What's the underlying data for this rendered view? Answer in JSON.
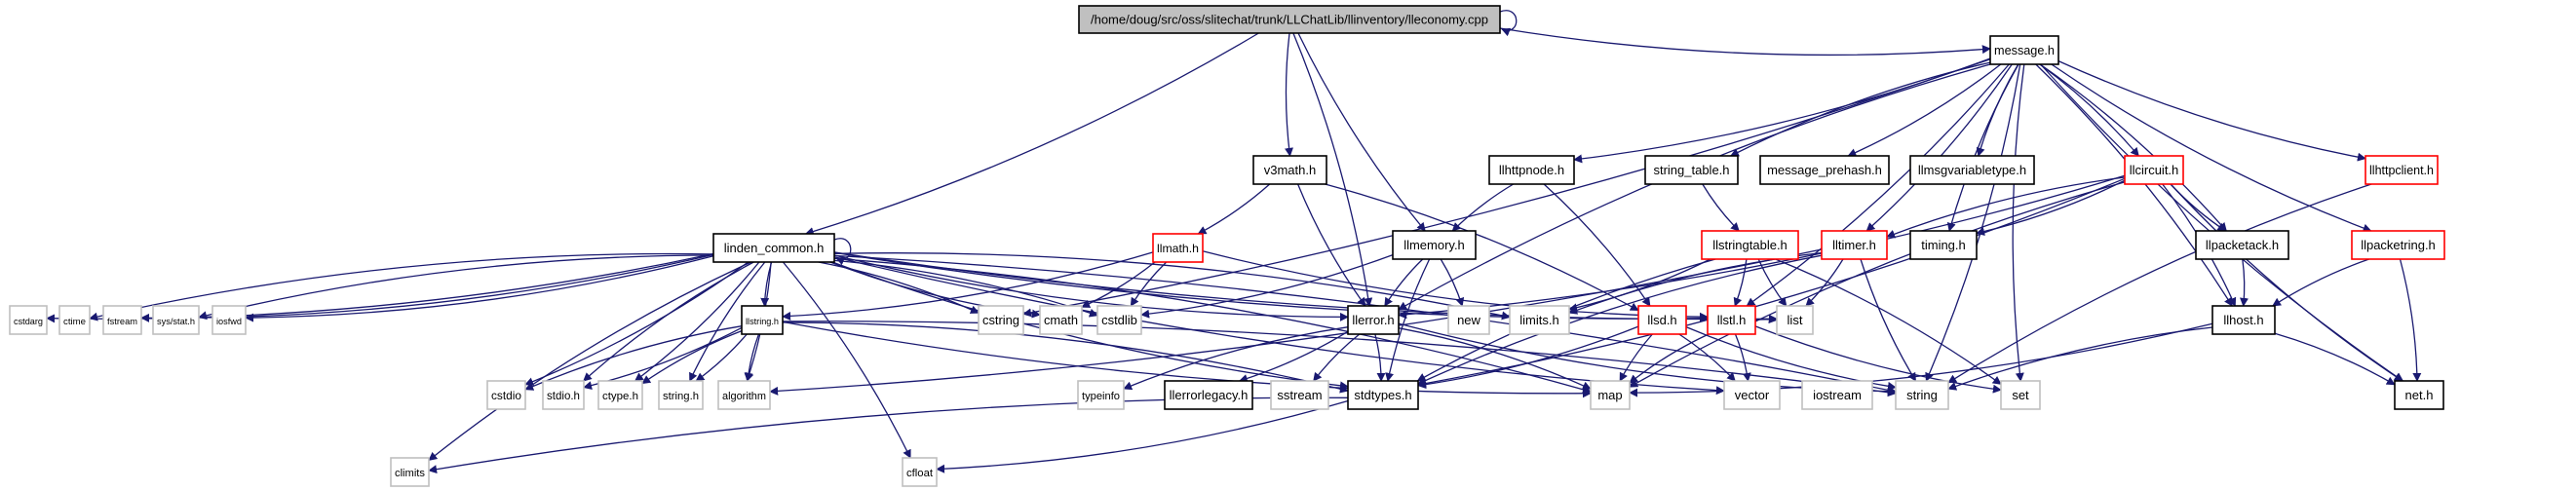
{
  "diagram": {
    "type": "include-dependency-graph",
    "colors": {
      "edge": "#191970",
      "root_fill": "#c0c0c0",
      "documented_border": "#000000",
      "truncated_border": "#ff0000",
      "external_border": "#c0c0c0",
      "node_fill": "#ffffff"
    },
    "nodes": [
      {
        "id": "root",
        "label": "/home/doug/src/oss/slitechat/trunk/LLChatLib/llinventory/lleconomy.cpp",
        "kind": "root"
      },
      {
        "id": "message_h",
        "label": "message.h",
        "kind": "documented"
      },
      {
        "id": "linden_common_h",
        "label": "linden_common.h",
        "kind": "documented"
      },
      {
        "id": "v3math_h",
        "label": "v3math.h",
        "kind": "documented"
      },
      {
        "id": "llhttpnode_h",
        "label": "llhttpnode.h",
        "kind": "documented"
      },
      {
        "id": "string_table_h",
        "label": "string_table.h",
        "kind": "documented"
      },
      {
        "id": "message_prehash_h",
        "label": "message_prehash.h",
        "kind": "documented"
      },
      {
        "id": "llmsgvariabletype_h",
        "label": "llmsgvariabletype.h",
        "kind": "documented"
      },
      {
        "id": "llcircuit_h",
        "label": "llcircuit.h",
        "kind": "truncated"
      },
      {
        "id": "llhttpclient_h",
        "label": "llhttpclient.h",
        "kind": "truncated"
      },
      {
        "id": "llmath_h",
        "label": "llmath.h",
        "kind": "truncated"
      },
      {
        "id": "llmemory_h",
        "label": "llmemory.h",
        "kind": "documented"
      },
      {
        "id": "llstringtable_h",
        "label": "llstringtable.h",
        "kind": "truncated"
      },
      {
        "id": "lltimer_h",
        "label": "lltimer.h",
        "kind": "truncated"
      },
      {
        "id": "timing_h",
        "label": "timing.h",
        "kind": "documented"
      },
      {
        "id": "llpacketack_h",
        "label": "llpacketack.h",
        "kind": "documented"
      },
      {
        "id": "llpacketring_h",
        "label": "llpacketring.h",
        "kind": "truncated"
      },
      {
        "id": "cstdarg",
        "label": "cstdarg",
        "kind": "external"
      },
      {
        "id": "ctime",
        "label": "ctime",
        "kind": "external"
      },
      {
        "id": "fstream",
        "label": "fstream",
        "kind": "external"
      },
      {
        "id": "sys_stat_h",
        "label": "sys/stat.h",
        "kind": "external"
      },
      {
        "id": "iosfwd",
        "label": "iosfwd",
        "kind": "external"
      },
      {
        "id": "llstring_h",
        "label": "llstring.h",
        "kind": "documented"
      },
      {
        "id": "cstring",
        "label": "cstring",
        "kind": "external"
      },
      {
        "id": "cmath",
        "label": "cmath",
        "kind": "external"
      },
      {
        "id": "cstdlib",
        "label": "cstdlib",
        "kind": "external"
      },
      {
        "id": "llerror_h",
        "label": "llerror.h",
        "kind": "documented"
      },
      {
        "id": "new",
        "label": "new",
        "kind": "external"
      },
      {
        "id": "limits_h",
        "label": "limits.h",
        "kind": "external"
      },
      {
        "id": "llsd_h",
        "label": "llsd.h",
        "kind": "truncated"
      },
      {
        "id": "llstl_h",
        "label": "llstl.h",
        "kind": "truncated"
      },
      {
        "id": "list",
        "label": "list",
        "kind": "external"
      },
      {
        "id": "llhost_h",
        "label": "llhost.h",
        "kind": "documented"
      },
      {
        "id": "cstdio",
        "label": "cstdio",
        "kind": "external"
      },
      {
        "id": "stdio_h",
        "label": "stdio.h",
        "kind": "external"
      },
      {
        "id": "ctype_h",
        "label": "ctype.h",
        "kind": "external"
      },
      {
        "id": "string_h",
        "label": "string.h",
        "kind": "external"
      },
      {
        "id": "algorithm",
        "label": "algorithm",
        "kind": "external"
      },
      {
        "id": "typeinfo",
        "label": "typeinfo",
        "kind": "external"
      },
      {
        "id": "llerrorlegacy_h",
        "label": "llerrorlegacy.h",
        "kind": "documented"
      },
      {
        "id": "sstream",
        "label": "sstream",
        "kind": "external"
      },
      {
        "id": "stdtypes_h",
        "label": "stdtypes.h",
        "kind": "documented"
      },
      {
        "id": "map",
        "label": "map",
        "kind": "external"
      },
      {
        "id": "vector",
        "label": "vector",
        "kind": "external"
      },
      {
        "id": "iostream",
        "label": "iostream",
        "kind": "external"
      },
      {
        "id": "string",
        "label": "string",
        "kind": "external"
      },
      {
        "id": "set",
        "label": "set",
        "kind": "external"
      },
      {
        "id": "net_h",
        "label": "net.h",
        "kind": "documented"
      },
      {
        "id": "climits",
        "label": "climits",
        "kind": "external"
      },
      {
        "id": "cfloat",
        "label": "cfloat",
        "kind": "external"
      }
    ],
    "edges": [
      [
        "root",
        "root"
      ],
      [
        "root",
        "message_h"
      ],
      [
        "root",
        "linden_common_h"
      ],
      [
        "root",
        "v3math_h"
      ],
      [
        "root",
        "llerror_h"
      ],
      [
        "root",
        "llmemory_h"
      ],
      [
        "message_h",
        "llhttpnode_h"
      ],
      [
        "message_h",
        "string_table_h"
      ],
      [
        "message_h",
        "message_prehash_h"
      ],
      [
        "message_h",
        "llmsgvariabletype_h"
      ],
      [
        "message_h",
        "llcircuit_h"
      ],
      [
        "message_h",
        "llhttpclient_h"
      ],
      [
        "message_h",
        "llpacketack_h"
      ],
      [
        "message_h",
        "llpacketring_h"
      ],
      [
        "message_h",
        "lltimer_h"
      ],
      [
        "message_h",
        "timing_h"
      ],
      [
        "message_h",
        "llhost_h"
      ],
      [
        "message_h",
        "net_h"
      ],
      [
        "message_h",
        "string"
      ],
      [
        "message_h",
        "set"
      ],
      [
        "message_h",
        "cstring"
      ],
      [
        "message_h",
        "llerror_h"
      ],
      [
        "message_h",
        "llstl_h"
      ],
      [
        "linden_common_h",
        "linden_common_h"
      ],
      [
        "linden_common_h",
        "cstdarg"
      ],
      [
        "linden_common_h",
        "ctime"
      ],
      [
        "linden_common_h",
        "fstream"
      ],
      [
        "linden_common_h",
        "sys_stat_h"
      ],
      [
        "linden_common_h",
        "iosfwd"
      ],
      [
        "linden_common_h",
        "llstring_h"
      ],
      [
        "linden_common_h",
        "cstring"
      ],
      [
        "linden_common_h",
        "cmath"
      ],
      [
        "linden_common_h",
        "cstdlib"
      ],
      [
        "linden_common_h",
        "llerror_h"
      ],
      [
        "linden_common_h",
        "limits_h"
      ],
      [
        "linden_common_h",
        "list"
      ],
      [
        "linden_common_h",
        "cstdio"
      ],
      [
        "linden_common_h",
        "stdio_h"
      ],
      [
        "linden_common_h",
        "ctype_h"
      ],
      [
        "linden_common_h",
        "string_h"
      ],
      [
        "linden_common_h",
        "algorithm"
      ],
      [
        "linden_common_h",
        "stdtypes_h"
      ],
      [
        "linden_common_h",
        "map"
      ],
      [
        "linden_common_h",
        "vector"
      ],
      [
        "linden_common_h",
        "string"
      ],
      [
        "linden_common_h",
        "climits"
      ],
      [
        "linden_common_h",
        "cfloat"
      ],
      [
        "linden_common_h",
        "llstl_h"
      ],
      [
        "v3math_h",
        "llmath_h"
      ],
      [
        "v3math_h",
        "llerror_h"
      ],
      [
        "v3math_h",
        "llsd_h"
      ],
      [
        "llhttpnode_h",
        "llmemory_h"
      ],
      [
        "llhttpnode_h",
        "llsd_h"
      ],
      [
        "string_table_h",
        "llstringtable_h"
      ],
      [
        "llmath_h",
        "cmath"
      ],
      [
        "llmath_h",
        "cstdlib"
      ],
      [
        "llmath_h",
        "llstring_h"
      ],
      [
        "llmath_h",
        "llstl_h"
      ],
      [
        "llmemory_h",
        "cstdlib"
      ],
      [
        "llmemory_h",
        "llerror_h"
      ],
      [
        "llmemory_h",
        "new"
      ],
      [
        "llmemory_h",
        "stdtypes_h"
      ],
      [
        "llstringtable_h",
        "llstl_h"
      ],
      [
        "llstringtable_h",
        "list"
      ],
      [
        "llstringtable_h",
        "set"
      ],
      [
        "llstringtable_h",
        "stdtypes_h"
      ],
      [
        "llstringtable_h",
        "limits_h"
      ],
      [
        "llcircuit_h",
        "lltimer_h"
      ],
      [
        "llcircuit_h",
        "timing_h"
      ],
      [
        "llcircuit_h",
        "llpacketack_h"
      ],
      [
        "llcircuit_h",
        "llhost_h"
      ],
      [
        "llcircuit_h",
        "net_h"
      ],
      [
        "llcircuit_h",
        "llerror_h"
      ],
      [
        "llcircuit_h",
        "map"
      ],
      [
        "llcircuit_h",
        "stdtypes_h"
      ],
      [
        "lltimer_h",
        "string"
      ],
      [
        "lltimer_h",
        "list"
      ],
      [
        "lltimer_h",
        "limits_h"
      ],
      [
        "lltimer_h",
        "algorithm"
      ],
      [
        "lltimer_h",
        "stdtypes_h"
      ],
      [
        "llpacketack_h",
        "llhost_h"
      ],
      [
        "llpacketring_h",
        "llhost_h"
      ],
      [
        "llpacketring_h",
        "net_h"
      ],
      [
        "llhttpclient_h",
        "string"
      ],
      [
        "llhost_h",
        "net_h"
      ],
      [
        "llhost_h",
        "string"
      ],
      [
        "llhost_h",
        "map"
      ],
      [
        "llstring_h",
        "cstdio"
      ],
      [
        "llstring_h",
        "stdio_h"
      ],
      [
        "llstring_h",
        "ctype_h"
      ],
      [
        "llstring_h",
        "string_h"
      ],
      [
        "llstring_h",
        "algorithm"
      ],
      [
        "llstring_h",
        "stdtypes_h"
      ],
      [
        "llstring_h",
        "map"
      ],
      [
        "llstring_h",
        "string"
      ],
      [
        "llerror_h",
        "typeinfo"
      ],
      [
        "llerror_h",
        "llerrorlegacy_h"
      ],
      [
        "llerror_h",
        "sstream"
      ],
      [
        "llerror_h",
        "stdtypes_h"
      ],
      [
        "llerror_h",
        "string"
      ],
      [
        "llerror_h",
        "map"
      ],
      [
        "llsd_h",
        "map"
      ],
      [
        "llsd_h",
        "vector"
      ],
      [
        "llsd_h",
        "string"
      ],
      [
        "llsd_h",
        "stdtypes_h"
      ],
      [
        "llstl_h",
        "map"
      ],
      [
        "llstl_h",
        "vector"
      ],
      [
        "llstl_h",
        "set"
      ],
      [
        "llstl_h",
        "list"
      ],
      [
        "stdtypes_h",
        "climits"
      ],
      [
        "stdtypes_h",
        "cfloat"
      ]
    ]
  }
}
